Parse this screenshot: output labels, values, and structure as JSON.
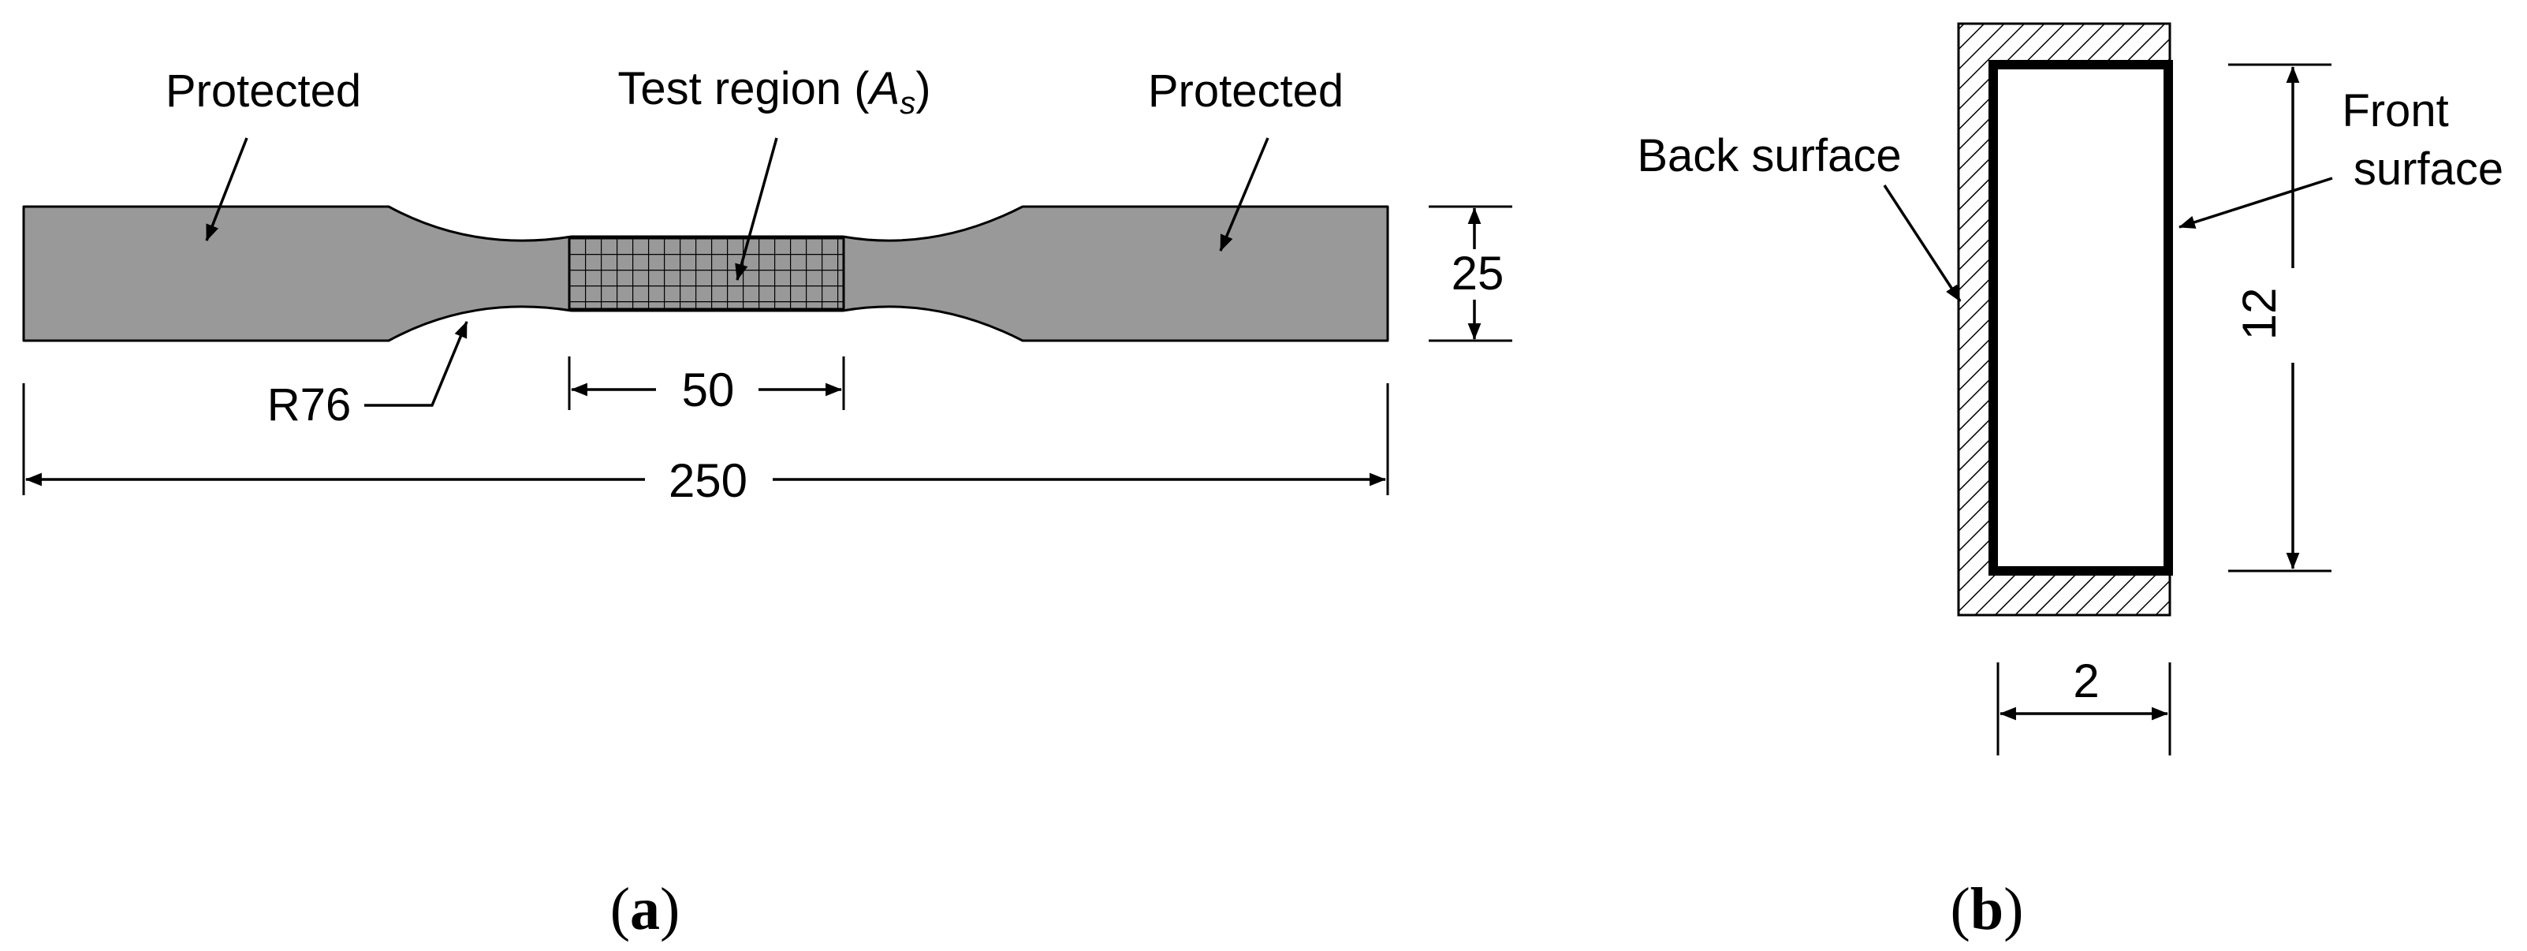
{
  "panel_a": {
    "label_left": "Protected",
    "label_right": "Protected",
    "test_region": "Test region (",
    "test_symbol": "A",
    "test_subscript": "s",
    "test_close": ")",
    "radius": "R76",
    "gauge_length": "50",
    "total_length": "250",
    "width": "25",
    "caption_open": "(",
    "caption_letter": "a",
    "caption_close": ")"
  },
  "panel_b": {
    "back_surface": "Back surface",
    "front_surface_line1": "Front",
    "front_surface_line2": "surface",
    "height": "12",
    "thickness": "2",
    "caption_open": "(",
    "caption_letter": "b",
    "caption_close": ")"
  },
  "colors": {
    "specimen_fill": "#999999",
    "outline": "#000000",
    "background": "#ffffff"
  }
}
